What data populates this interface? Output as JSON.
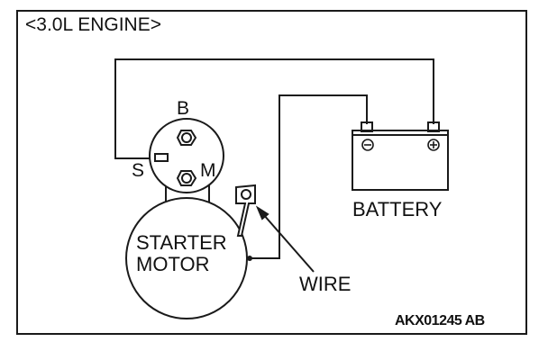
{
  "diagram": {
    "title": "<3.0L ENGINE>",
    "terminal_b": "B",
    "terminal_s": "S",
    "terminal_m": "M",
    "battery_label": "BATTERY",
    "battery_negative": "⊖",
    "battery_positive": "⊕",
    "starter_label_line1": "STARTER",
    "starter_label_line2": "MOTOR",
    "wire_label": "WIRE",
    "figure_code": "AKX01245 AB"
  }
}
